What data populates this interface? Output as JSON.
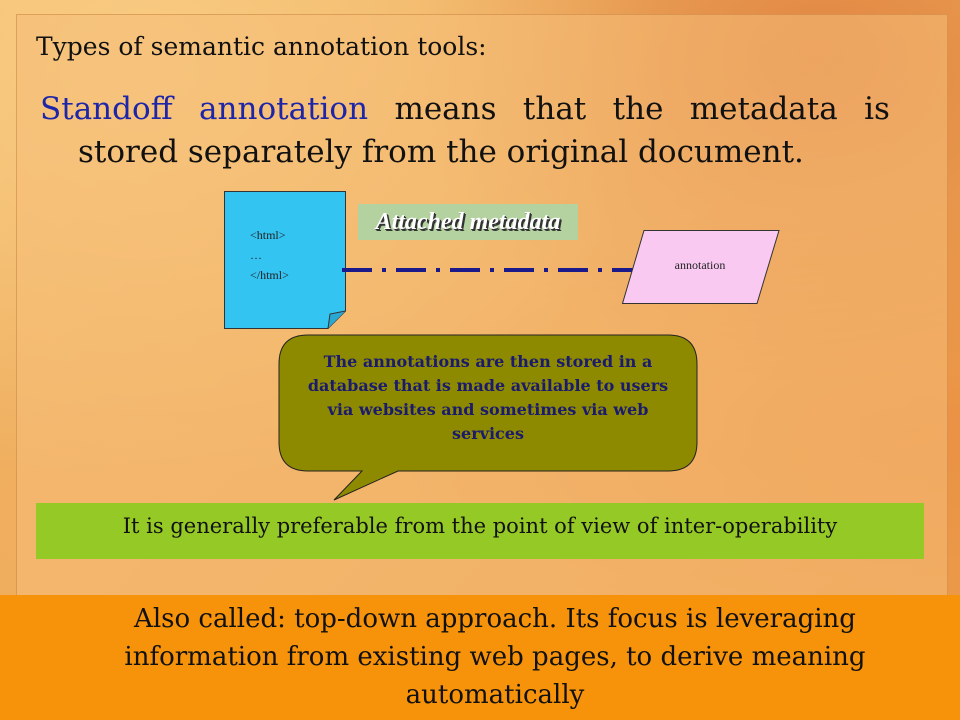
{
  "slide": {
    "heading": "Types of semantic annotation tools:",
    "standoff": {
      "words_line1": [
        "Standoff",
        "annotation",
        "means",
        "that",
        "the",
        "metadata",
        "is"
      ],
      "accent_count": 2,
      "line2": "stored separately from the original document."
    },
    "diagram": {
      "doc_lines": [
        "<html>",
        "…",
        "</html>"
      ],
      "attached_label": "Attached metadata",
      "annotation_label": "annotation"
    },
    "callout": "The annotations are then stored in a database that is made available to users via websites and sometimes via web services",
    "green_bar": "It is generally preferable from the point of view of inter-operability",
    "bottom": "Also called: top-down approach. Its focus is leveraging information from existing web pages, to derive meaning automatically"
  },
  "colors": {
    "accent_text": "#1d25a8",
    "document_fill": "#33c4f2",
    "annotation_fill": "#f9c9f2",
    "callout_fill": "#8e8a00",
    "label_fill": "#b4d2a0",
    "green_bar": "#95c926",
    "orange_band": "#f7930a",
    "arrow": "#1a1a8a"
  }
}
